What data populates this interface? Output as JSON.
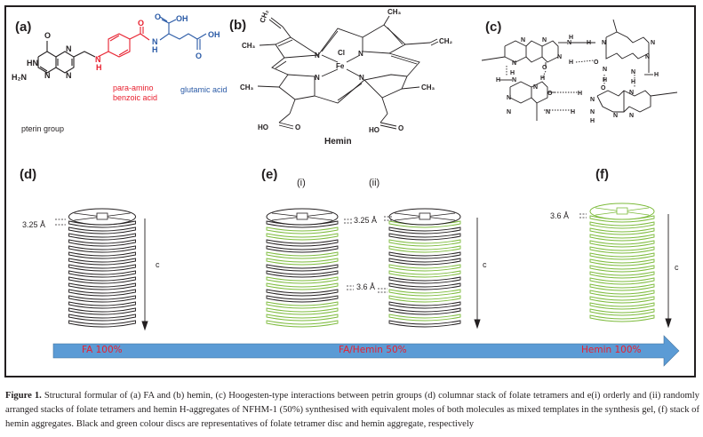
{
  "figure": {
    "panels": {
      "a": {
        "label": "(a)",
        "title": "Folic acid structure",
        "groups": [
          {
            "name": "pterin group",
            "color": "#231f20"
          },
          {
            "name_line1": "para-amino",
            "name_line2": "benzoic  acid",
            "color": "#e8202f"
          },
          {
            "name": "glutamic acid",
            "color": "#2a5aa6"
          }
        ],
        "atoms": {
          "o": "O",
          "hn": "HN",
          "n": "N",
          "h2n": "H₂N",
          "nh_n": "N",
          "nh_h": "H",
          "oh": "OH"
        }
      },
      "b": {
        "label": "(b)",
        "name": "Hemin",
        "atoms": {
          "ch2_top": "CH₂",
          "ch3": "CH₃",
          "ch2_right": "CH₂",
          "cl": "Cl",
          "fe": "Fe",
          "n": "N",
          "ho": "HO",
          "o": "O"
        }
      },
      "c": {
        "label": "(c)",
        "title": "Hoogsteen-type interactions",
        "atoms": {
          "n": "N",
          "h": "H",
          "o": "O"
        }
      },
      "d": {
        "label": "(d)",
        "spacing": "3.25 Å",
        "axis": "c",
        "stack": [
          "b",
          "b",
          "b",
          "b",
          "b",
          "b",
          "b",
          "b",
          "b",
          "b",
          "b",
          "b",
          "b",
          "b",
          "b",
          "b",
          "b"
        ]
      },
      "e": {
        "label": "(e)",
        "sub_i": "(i)",
        "sub_ii": "(ii)",
        "spacing_top": "3.25 Å",
        "spacing_mid": "3.6 Å",
        "axis": "c",
        "stack_i": [
          "b",
          "g",
          "g",
          "b",
          "b",
          "g",
          "g",
          "b",
          "b",
          "g",
          "g",
          "b",
          "b",
          "g",
          "g",
          "g",
          "g"
        ],
        "stack_ii": [
          "g",
          "b",
          "b",
          "g",
          "g",
          "b",
          "b",
          "g",
          "g",
          "b",
          "b",
          "g",
          "g",
          "b",
          "b",
          "g",
          "b"
        ]
      },
      "f": {
        "label": "(f)",
        "spacing": "3.6 Å",
        "axis": "c",
        "stack": [
          "g",
          "g",
          "g",
          "g",
          "g",
          "g",
          "g",
          "g",
          "g",
          "g",
          "g",
          "g",
          "g",
          "g",
          "g",
          "g",
          "g"
        ]
      }
    },
    "arrow": {
      "labels": [
        "FA 100%",
        "FA/Hemin 50%",
        "Hemin 100%"
      ],
      "fill": "#5b9bd5",
      "text_color": "#e8202f"
    },
    "colors": {
      "folate_disc": "#231f20",
      "hemin_disc": "#7dbb3c"
    },
    "caption": {
      "lead": "Figure 1.",
      "text": " Structural formular of (a) FA and (b) hemin, (c) Hoogesten-type interactions between petrin groups (d) columnar stack of folate tetramers and e(i) orderly and (ii) randomly arranged stacks of folate tetramers and hemin H-aggregates of NFHM-1 (50%) synthesised with equivalent moles of both molecules as mixed templates in the synthesis gel, (f) stack of hemin aggregates. Black and green colour discs are representatives of folate tetramer disc and hemin aggregate, respectively"
    }
  }
}
